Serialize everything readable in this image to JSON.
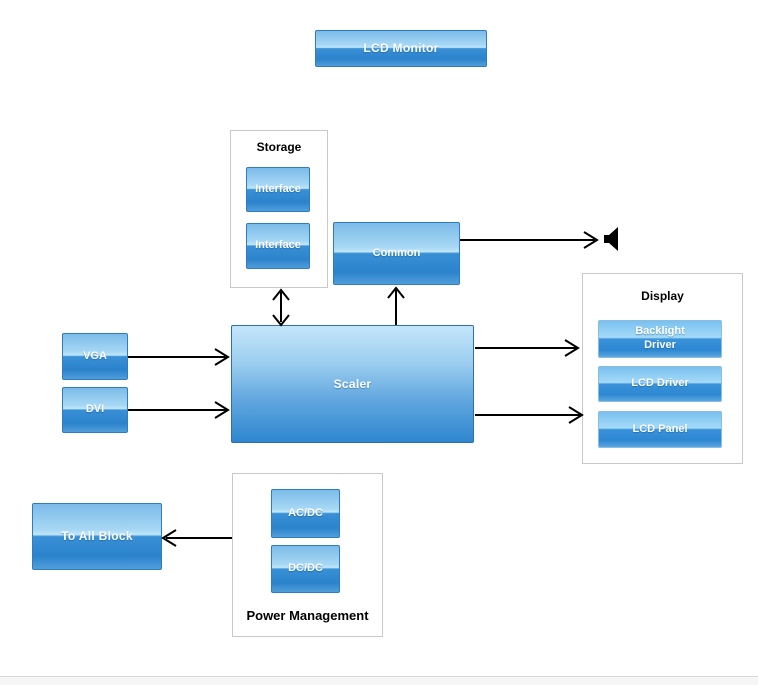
{
  "diagram": {
    "blocks": {
      "lcd_monitor": "LCD Monitor",
      "interface_1": "Interface",
      "interface_2": "Interface",
      "common": "Common",
      "scaler": "Scaler",
      "vga": "VGA",
      "dvi": "DVI",
      "backlight_driver": "Backlight Driver",
      "lcd_driver": "LCD Driver",
      "lcd_panel": "LCD Panel",
      "to_all_block": "To All Block",
      "ac_dc": "AC/DC",
      "dc_dc": "DC/DC"
    },
    "groups": {
      "storage": "Storage",
      "display": "Display",
      "power_management": "Power Management"
    },
    "icons": {
      "speaker": "speaker-icon"
    },
    "colors": {
      "node_gradient_top": "#7cbbe9",
      "node_gradient_highlight": "#c2e7fa",
      "node_gradient_bottom": "#2b83cc",
      "node_border": "#2f7cbe",
      "light_node_border": "#8abde2",
      "node_text": "#ffffff",
      "group_border": "#c9c9c9",
      "group_title_text": "#000000",
      "arrow": "#000000",
      "canvas_background": "#ffffff",
      "status_strip_background": "#f6f6f6"
    }
  }
}
